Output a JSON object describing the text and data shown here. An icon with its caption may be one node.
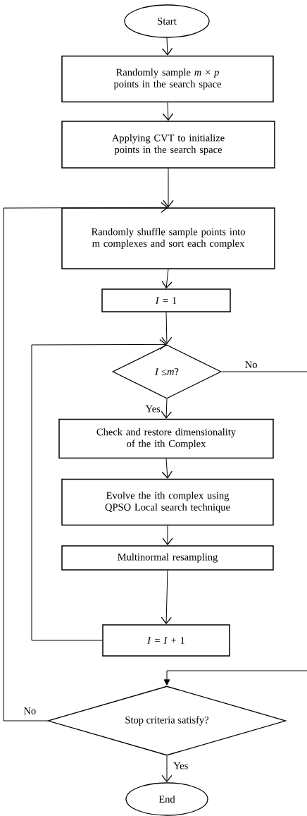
{
  "diagram": {
    "nodes": [
      {
        "text": [
          "Start"
        ]
      },
      {
        "text": [
          "Randomly sample *m* × *p* points in the search space"
        ]
      },
      {
        "text": [
          "Applying CVT to initialize points in the search space"
        ]
      },
      {
        "text": [
          "Randomly shuffle sample points into m complexes and sort each complex"
        ]
      },
      {
        "text": [
          "*I* = 1"
        ]
      },
      {
        "text": [
          "*I* ≤*m*?"
        ]
      },
      {
        "text": [
          "Check and restore dimensionality of the ith Complex"
        ]
      },
      {
        "text": [
          "Evolve the ith complex using QPSO Local search technique"
        ]
      },
      {
        "text": [
          "Multinormal resampling"
        ]
      },
      {
        "text": [
          "*I* = *I* + 1"
        ]
      },
      {
        "text": [
          "Stop criteria satisfy?"
        ]
      },
      {
        "text": [
          "End"
        ]
      }
    ],
    "edges": [
      {
        "from": 0,
        "to": 1,
        "arrow": "to"
      },
      {
        "from": 1,
        "to": 2,
        "arrow": "to"
      },
      {
        "from": 2,
        "to": 3,
        "arrow": "to"
      },
      {
        "from": 3,
        "to": 4,
        "arrow": "to"
      },
      {
        "from": 4,
        "to": 5,
        "arrow": "to"
      },
      {
        "from": 5,
        "to": 6,
        "arrow": "to",
        "label": "Yes"
      },
      {
        "from": 6,
        "to": 7,
        "arrow": "to"
      },
      {
        "from": 7,
        "to": 8,
        "arrow": "to"
      },
      {
        "from": 8,
        "to": 9,
        "arrow": "to"
      },
      {
        "from": 9,
        "to": 5,
        "arrow": "to"
      },
      {
        "from": 5,
        "to": 10,
        "arrow": "to",
        "label": "No"
      },
      {
        "from": 10,
        "to": 3,
        "arrow": "to",
        "label": "No"
      },
      {
        "from": 10,
        "to": 11,
        "arrow": "to",
        "label": "Yes"
      }
    ]
  }
}
